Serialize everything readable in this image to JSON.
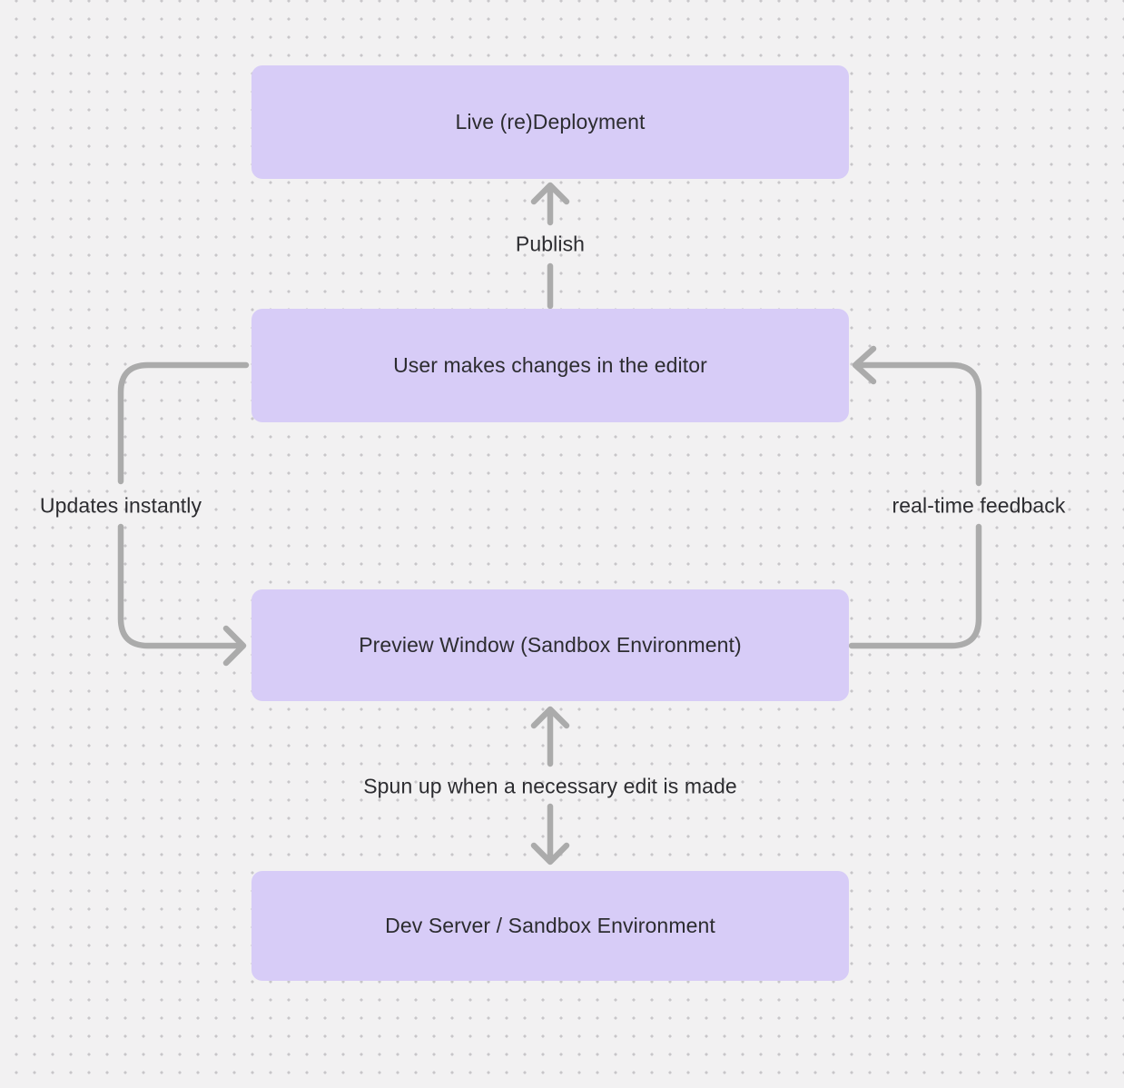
{
  "diagram": {
    "nodes": [
      {
        "id": "live-redeployment",
        "label": "Live (re)Deployment"
      },
      {
        "id": "user-editor",
        "label": "User makes changes in the editor"
      },
      {
        "id": "preview-window",
        "label": "Preview Window (Sandbox Environment)"
      },
      {
        "id": "dev-server",
        "label": "Dev Server / Sandbox Environment"
      }
    ],
    "edges": [
      {
        "label": "Publish",
        "from": "user-editor",
        "to": "live-redeployment",
        "style": "straight-up-arrow"
      },
      {
        "label": "Updates instantly",
        "from": "user-editor",
        "to": "preview-window",
        "style": "left-side-curve-arrow"
      },
      {
        "label": "real-time feedback",
        "from": "preview-window",
        "to": "user-editor",
        "style": "right-side-curve-arrow"
      },
      {
        "label": "Spun up when a necessary edit is made",
        "from": "preview-window",
        "to": "dev-server",
        "style": "bidirectional-vertical-arrows"
      }
    ],
    "colors": {
      "background": "#f2f1f2",
      "grid_dot": "#c8c6c9",
      "node_fill": "#d7ccf7",
      "arrow": "#ababab",
      "text": "#2c2c30"
    }
  }
}
